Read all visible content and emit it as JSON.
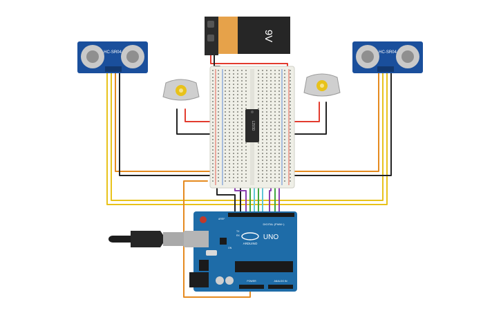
{
  "battery": {
    "label": "9V"
  },
  "sensor_left": {
    "label": "HC-SR04"
  },
  "sensor_right": {
    "label": "HC-SR04"
  },
  "motor_driver": {
    "label": "L293D"
  },
  "arduino": {
    "logo": "ARDUINO",
    "model": "UNO",
    "digital_header": "DIGITAL (PWM~)",
    "power_header": "POWER",
    "analog_header": "ANALOG IN",
    "tx_label": "TX",
    "rx_label": "RX",
    "on_label": "ON",
    "aref_label": "AREF"
  },
  "colors": {
    "wire_red": "#e23b2e",
    "wire_black": "#222222",
    "wire_orange": "#e58a1f",
    "wire_yellow": "#e8c21a",
    "wire_green": "#3fa640",
    "wire_purple": "#8a3fb0",
    "wire_cyan": "#5fc6d6",
    "board_blue": "#1e6ca8",
    "sensor_blue": "#1a4f9c"
  }
}
